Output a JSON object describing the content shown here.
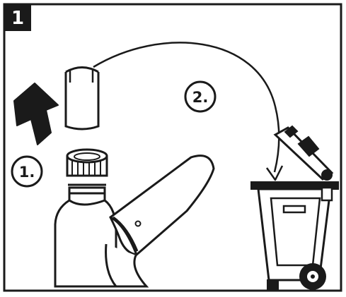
{
  "panel": {
    "step_number": "1",
    "colors": {
      "ink": "#1a1a1a",
      "paper": "#ffffff",
      "badge_bg": "#1a1a1a",
      "badge_text": "#ffffff"
    }
  },
  "annotations": {
    "step_one": "1.",
    "step_two": "2."
  },
  "icons": {
    "arrow": "up-arrow-icon",
    "bin": "waste-bin-icon",
    "bottle": "bottle-icon",
    "cap": "cap-sleeve-icon"
  }
}
